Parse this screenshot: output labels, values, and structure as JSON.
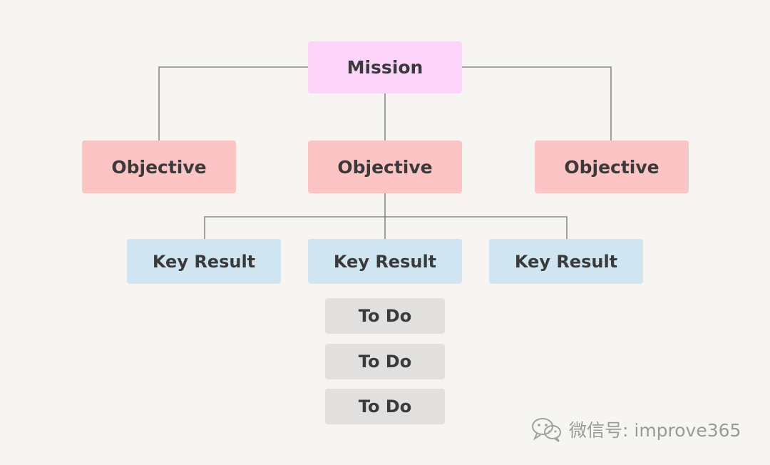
{
  "diagram": {
    "mission": "Mission",
    "objectives": [
      "Objective",
      "Objective",
      "Objective"
    ],
    "key_results": [
      "Key Result",
      "Key Result",
      "Key Result"
    ],
    "todos": [
      "To Do",
      "To Do",
      "To Do"
    ]
  },
  "watermark": {
    "text": "微信号: improve365",
    "icon": "wechat-icon"
  },
  "colors": {
    "background": "#f6f5f2",
    "mission": "#fdd5fb",
    "objective": "#fcc4c4",
    "key_result": "#cfe5f2",
    "todo": "#e1e0de",
    "connector": "#8a8a8a",
    "text": "#3a3a3a"
  }
}
